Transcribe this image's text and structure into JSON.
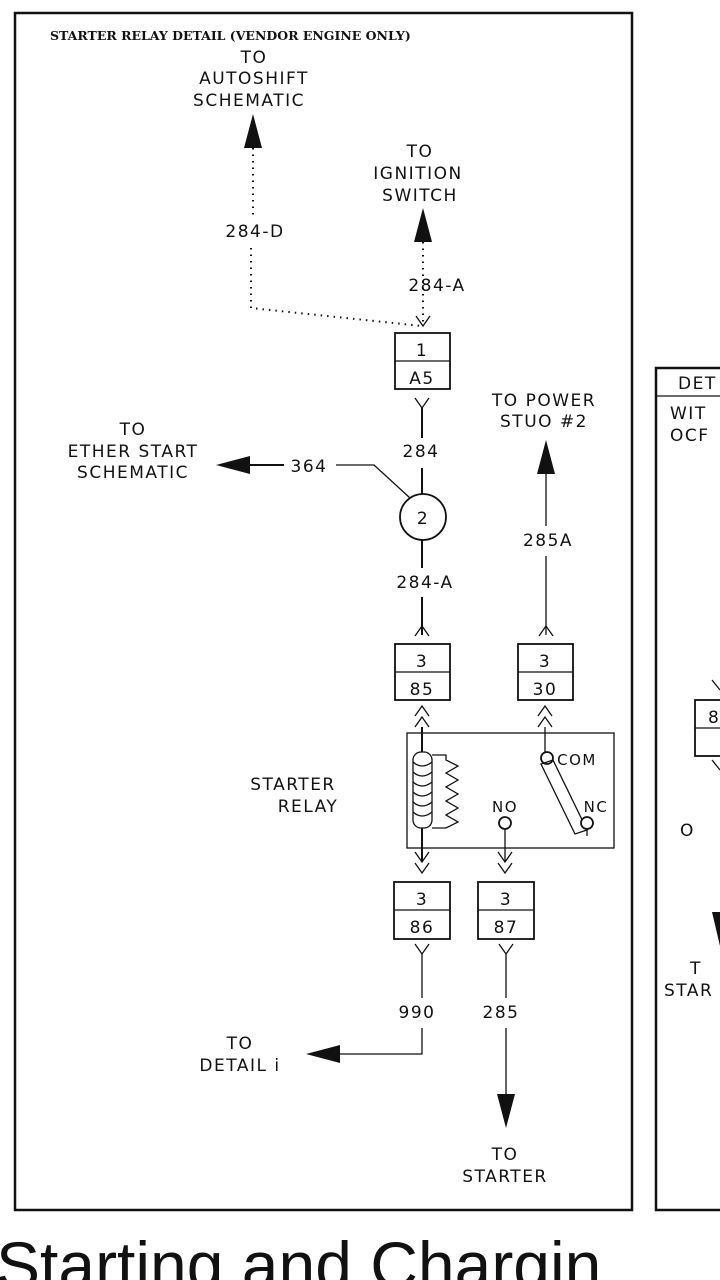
{
  "title": "STARTER RELAY DETAIL (VENDOR ENGINE ONLY)",
  "destinations": {
    "autoshift": [
      "TO",
      "AUTOSHIFT",
      "SCHEMATIC"
    ],
    "ignition": [
      "TO",
      "IGNITION",
      "SWITCH"
    ],
    "power_stud": [
      "TO POWER",
      "STUO #2"
    ],
    "ether_start": [
      "TO",
      "ETHER START",
      "SCHEMATIC"
    ],
    "detail": [
      "TO",
      "DETAIL i"
    ],
    "starter": [
      "TO",
      "STARTER"
    ]
  },
  "wires": {
    "w284d": "284-D",
    "w284a_top": "284-A",
    "w284": "284",
    "w364": "364",
    "w285a": "285A",
    "w284a_mid": "284-A",
    "w990": "990",
    "w285": "285"
  },
  "splice": "2",
  "connectors": {
    "c_top": {
      "top": "1",
      "bottom": "A5"
    },
    "c85": {
      "top": "3",
      "bottom": "85"
    },
    "c30": {
      "top": "3",
      "bottom": "30"
    },
    "c86": {
      "top": "3",
      "bottom": "86"
    },
    "c87": {
      "top": "3",
      "bottom": "87"
    }
  },
  "relay": {
    "name": [
      "STARTER",
      "RELAY"
    ],
    "com": "COM",
    "nc": "NC",
    "no": "NO"
  },
  "right_panel": {
    "header": "DET",
    "line1": "WIT",
    "line2": "OCF",
    "box_top": "8",
    "o_label": "O",
    "t_label": "T",
    "star_label": "STAR"
  },
  "footer_text": "Starting and Chargin"
}
